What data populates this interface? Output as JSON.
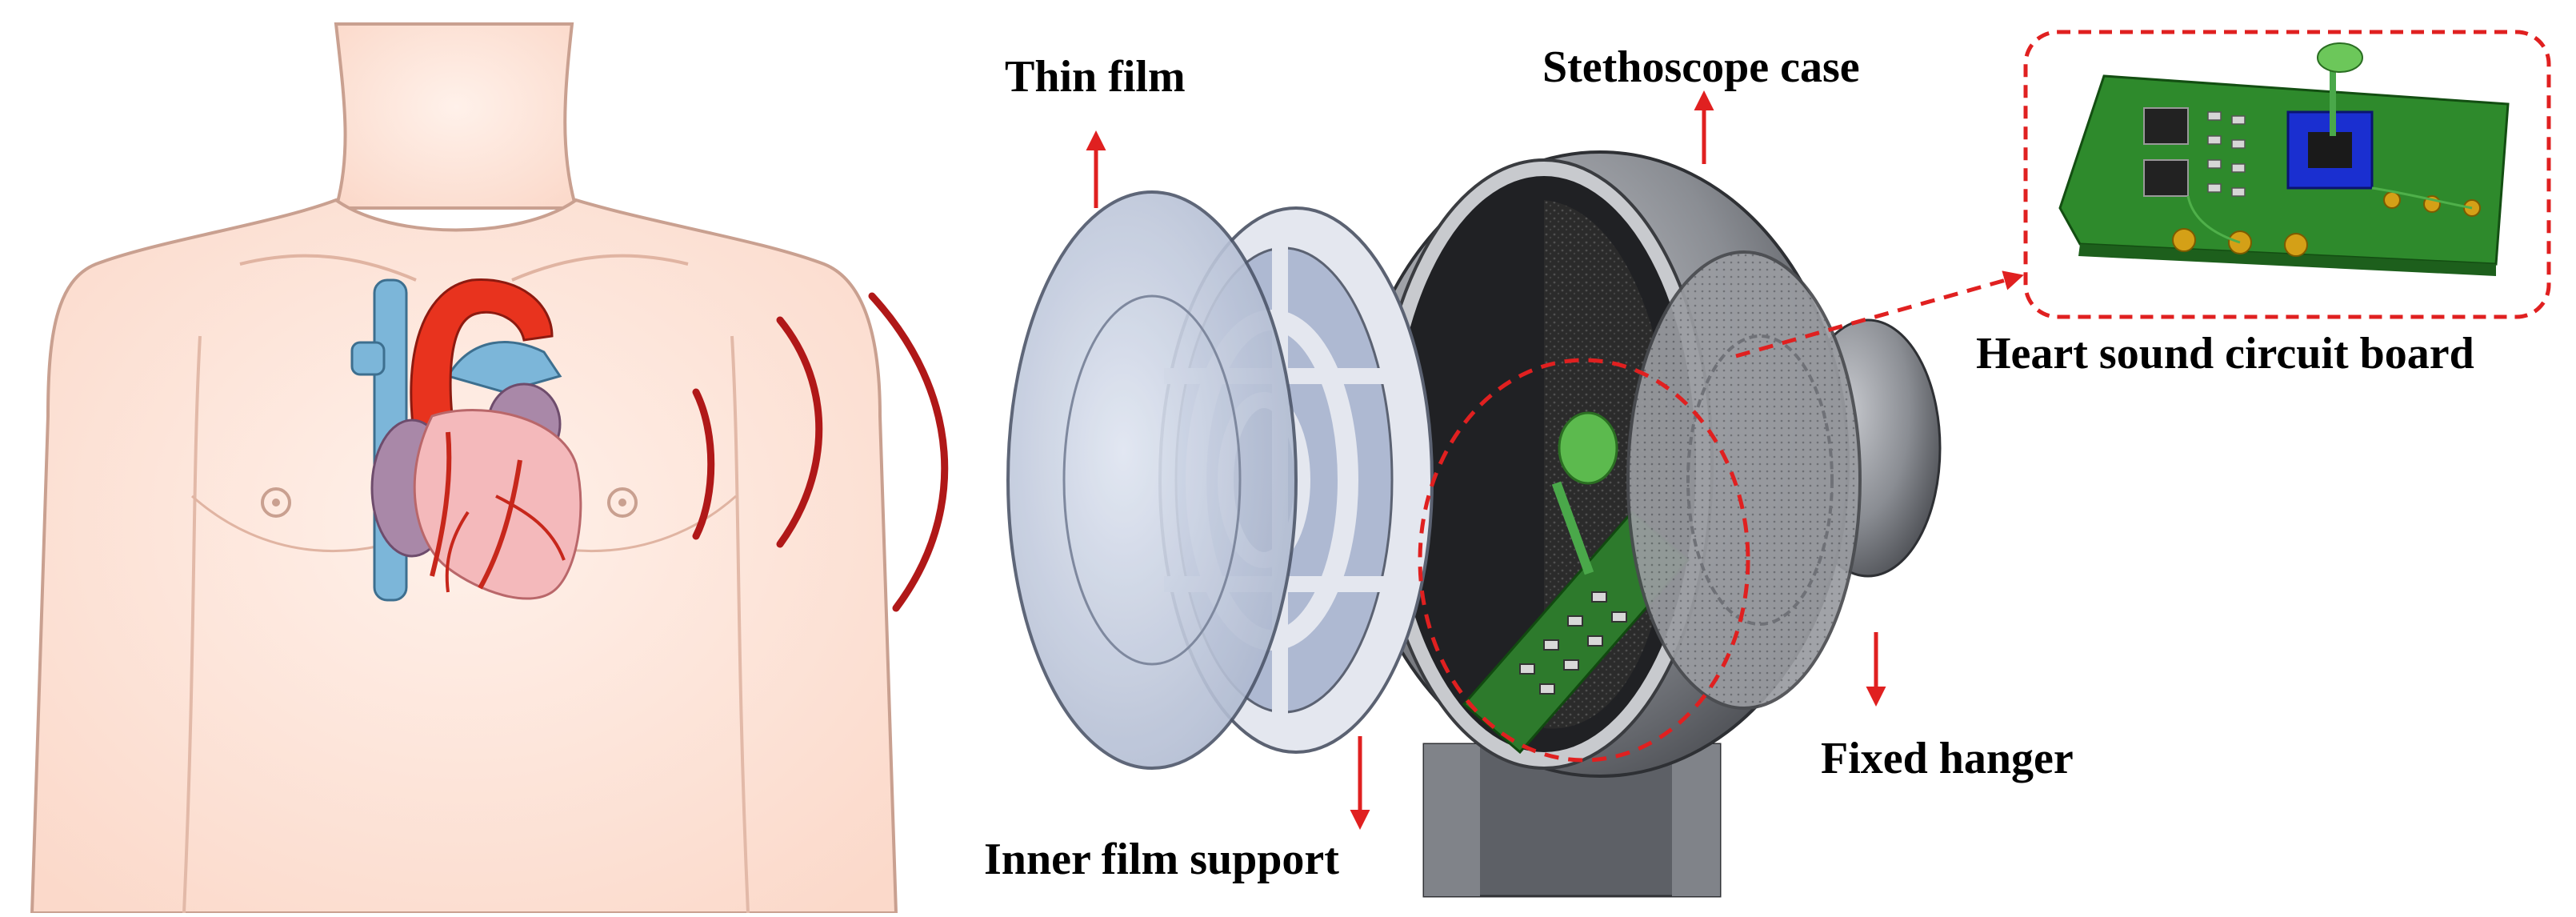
{
  "labels": {
    "thin_film": "Thin film",
    "stethoscope_case": "Stethoscope case",
    "circuit_board": "Heart sound circuit board",
    "fixed_hanger": "Fixed hanger",
    "inner_film_support": "Inner film support"
  },
  "colors": {
    "arrow": "#e02020",
    "dashed_outline": "#e02020",
    "sound_wave": "#b01818",
    "skin": "#fde8de",
    "skin_outline": "#c9a090",
    "heart_red": "#e8331e",
    "vessel_blue": "#7cb6d9",
    "atrium_purple": "#a988a8",
    "case_gray": "#777a80",
    "film": "#c8d2e6",
    "pcb_green": "#2e8a2c"
  }
}
